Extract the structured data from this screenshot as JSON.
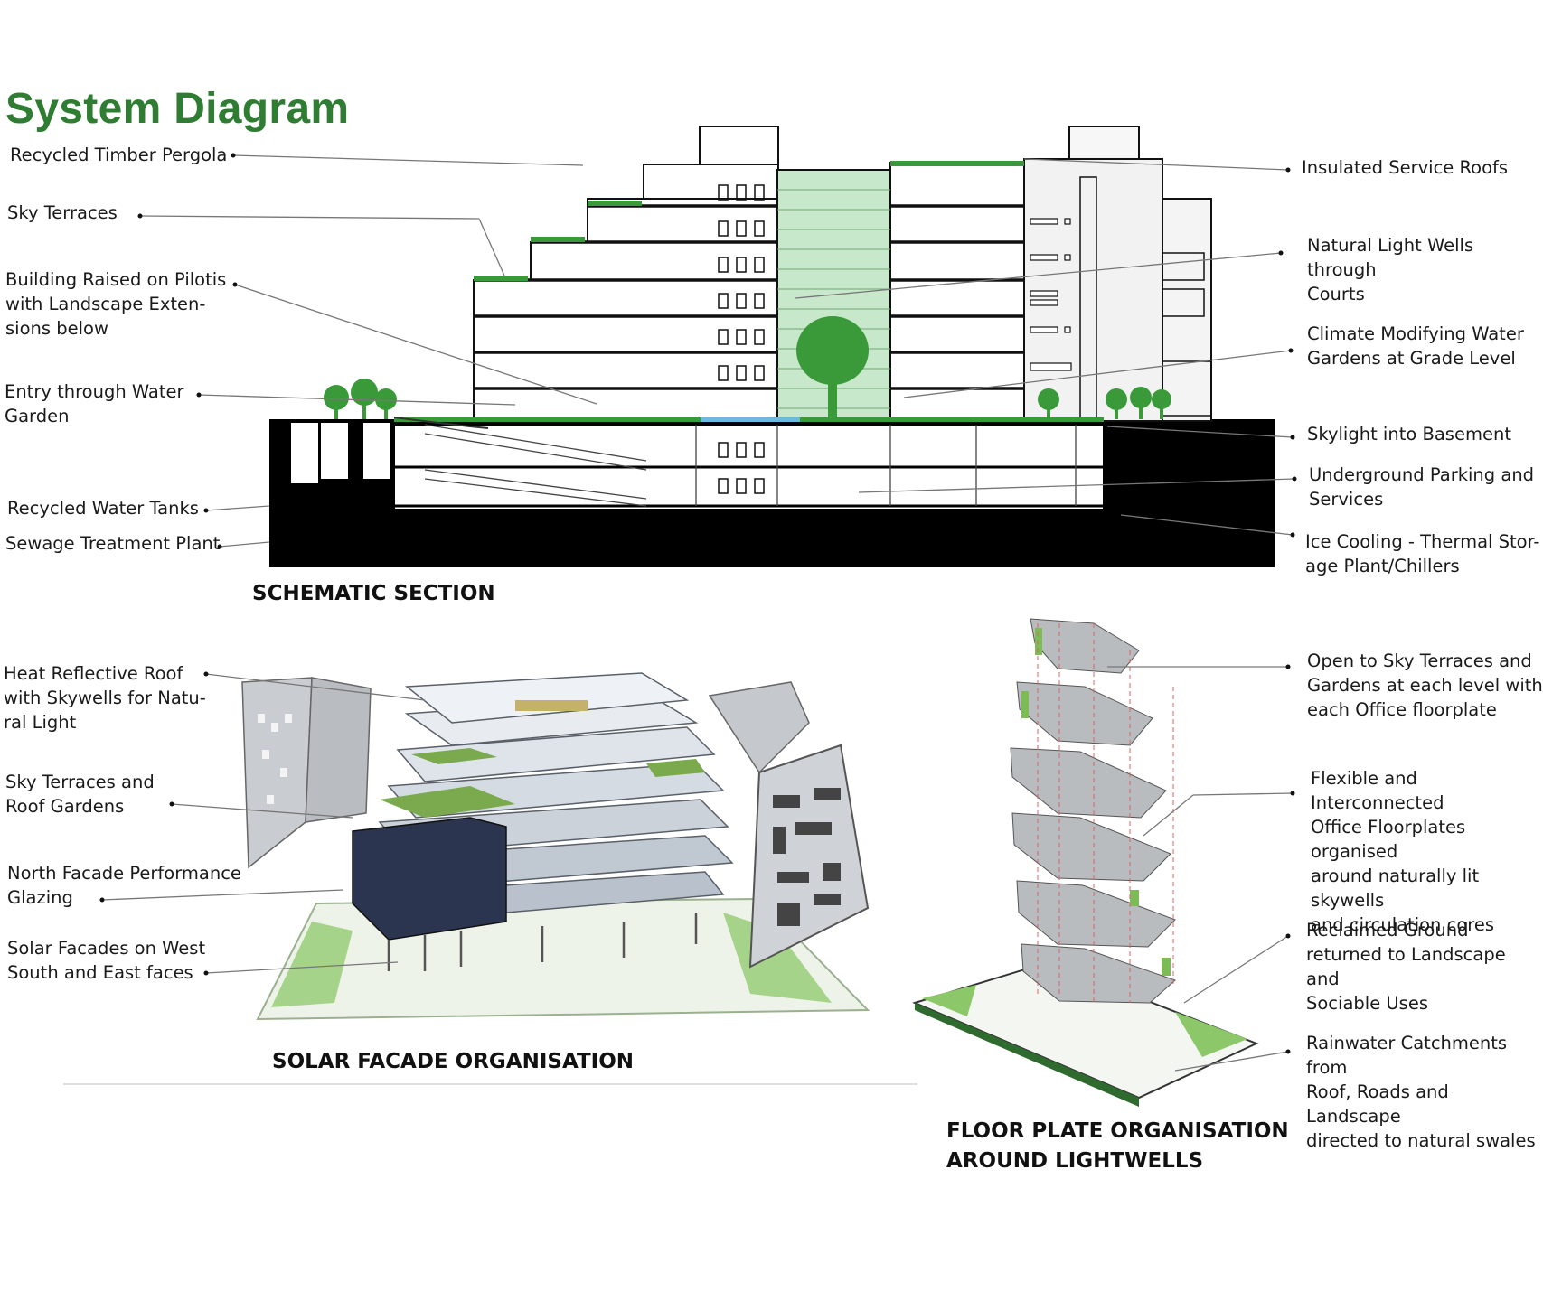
{
  "title": "System Diagram",
  "sections": {
    "section": "SCHEMATIC SECTION",
    "solar": "SOLAR FACADE ORGANISATION",
    "floor": "FLOOR PLATE ORGANISATION\nAROUND LIGHTWELLS"
  },
  "labels": {
    "pergola": "Recycled Timber Pergola",
    "sky_terraces": "Sky Terraces",
    "pilotis": "Building Raised on Pilotis\nwith Landscape Exten-\nsions below",
    "entry": "Entry through Water\nGarden",
    "water_tanks": "Recycled Water Tanks",
    "sewage": "Sewage Treatment Plant",
    "service_roofs": "Insulated Service Roofs",
    "light_wells": "Natural Light Wells through\nCourts",
    "water_gardens": "Climate Modifying Water\nGardens at Grade Level",
    "skylight": "Skylight into Basement",
    "parking": "Underground Parking and\nServices",
    "ice_cooling": "Ice Cooling - Thermal Stor-\nage Plant/Chillers",
    "heat_roof": "Heat Reflective Roof\nwith Skywells for Natu-\nral Light",
    "roof_gardens": "Sky Terraces and\nRoof Gardens",
    "north_facade": "North Facade Performance\nGlazing",
    "solar_facades": "Solar Facades on West\nSouth and East faces",
    "open_sky": "Open to Sky Terraces and\nGardens at each level with\neach Office floorplate",
    "flexible": "Flexible and Interconnected\nOffice Floorplates organised\naround naturally lit skywells\nand circulation cores",
    "reclaimed": "Reclaimed Ground\nreturned to Landscape and\nSociable Uses",
    "rainwater": "Rainwater Catchments from\nRoof, Roads and Landscape\ndirected to natural swales"
  },
  "colors": {
    "title": "#2e7d32",
    "greenery": "#3a9a3a",
    "atrium_glass": "#c8e8cc",
    "basement": "#000000"
  }
}
